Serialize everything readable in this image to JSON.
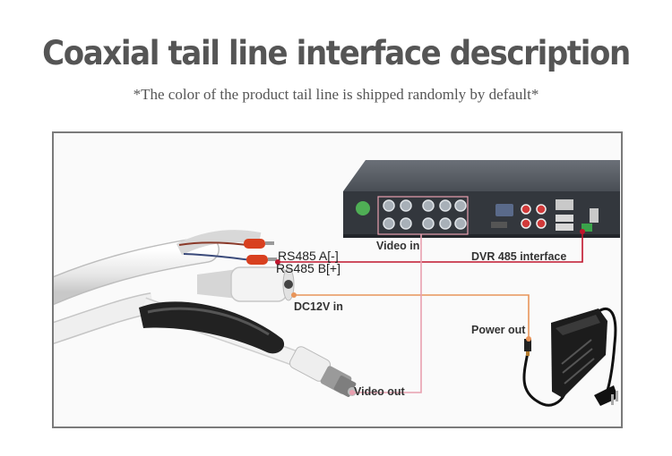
{
  "header": {
    "title": "Coaxial tail line interface description",
    "subtitle": "*The color of the product tail line is shipped randomly by default*"
  },
  "labels": {
    "rs485_a": "RS485 A[-]",
    "rs485_b": "RS485 B[+]",
    "dc12v_in": "DC12V in",
    "video_in": "Video in",
    "dvr_485": "DVR 485 interface",
    "power_out": "Power out",
    "video_out": "Video out"
  },
  "colors": {
    "rs485_line": "#c0142c",
    "power_line": "#e8955a",
    "video_line": "#e8a0b0"
  }
}
